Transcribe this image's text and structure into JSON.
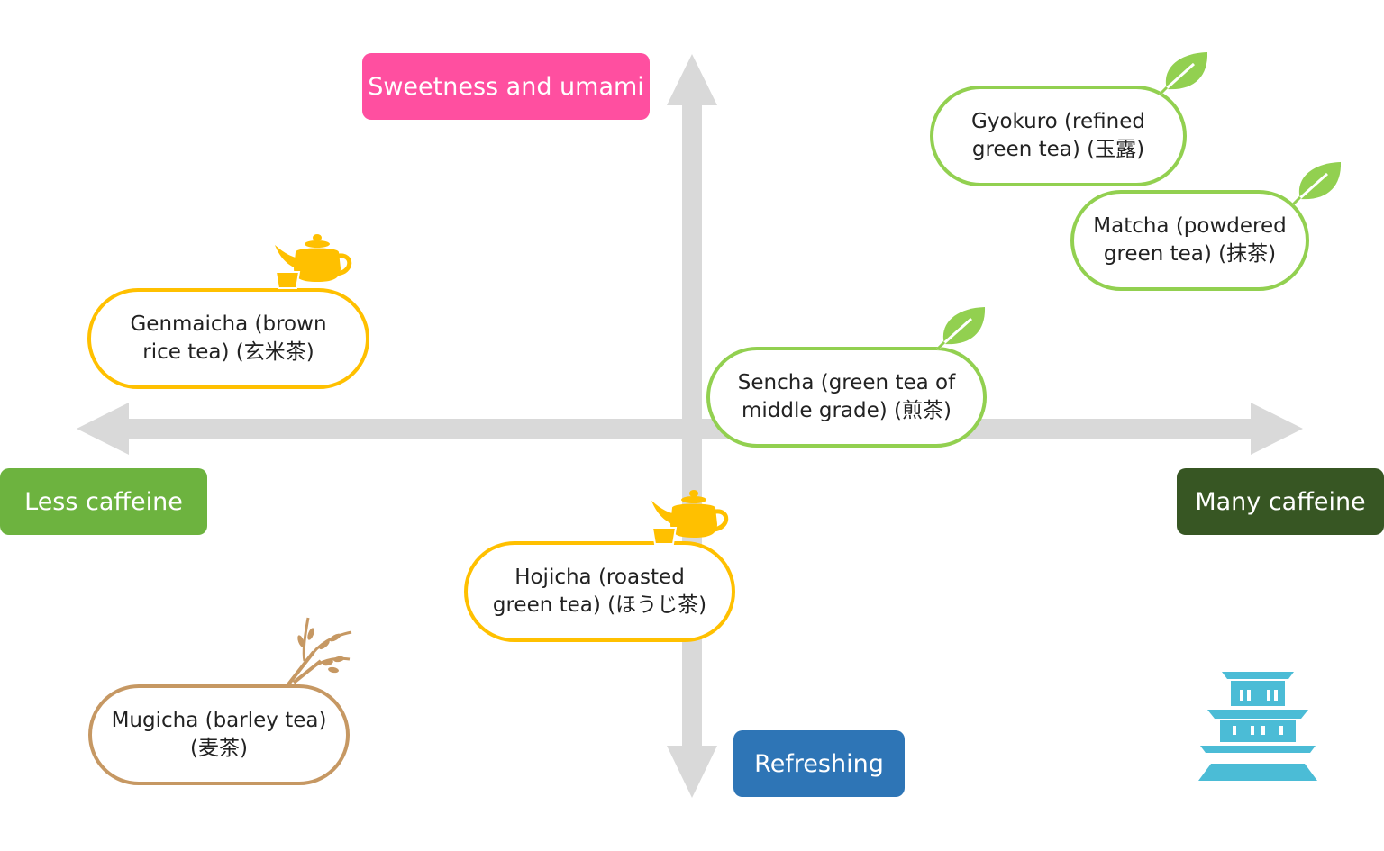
{
  "colors": {
    "axis": "#d9d9d9",
    "sweet": "#ff4fa0",
    "refresh": "#2e75b6",
    "less": "#6db33f",
    "many": "#375623",
    "green_tea": "#92d050",
    "yellow_tea": "#ffc000",
    "barley": "#c69863",
    "castle": "#4bbcd6"
  },
  "axes": {
    "top": "Sweetness and umami",
    "bottom": "Refreshing",
    "left": "Less caffeine",
    "right": "Many caffeine"
  },
  "teas": {
    "gyokuro": {
      "line1": "Gyokuro (refined",
      "line2": "green tea) (玉露)",
      "icon": "leaf-icon"
    },
    "matcha": {
      "line1": "Matcha (powdered",
      "line2": "green tea) (抹茶)",
      "icon": "leaf-icon"
    },
    "sencha": {
      "line1": "Sencha (green tea of",
      "line2": "middle grade) (煎茶)",
      "icon": "leaf-icon"
    },
    "genmaicha": {
      "line1": "Genmaicha (brown",
      "line2": "rice tea) (玄米茶)",
      "icon": "teapot-icon"
    },
    "hojicha": {
      "line1": "Hojicha (roasted",
      "line2": "green tea) (ほうじ茶)",
      "icon": "teapot-icon"
    },
    "mugicha": {
      "line1": "Mugicha (barley tea)",
      "line2": "(麦茶)",
      "icon": "barley-icon"
    }
  },
  "decor": {
    "castle_icon": "castle-icon"
  }
}
